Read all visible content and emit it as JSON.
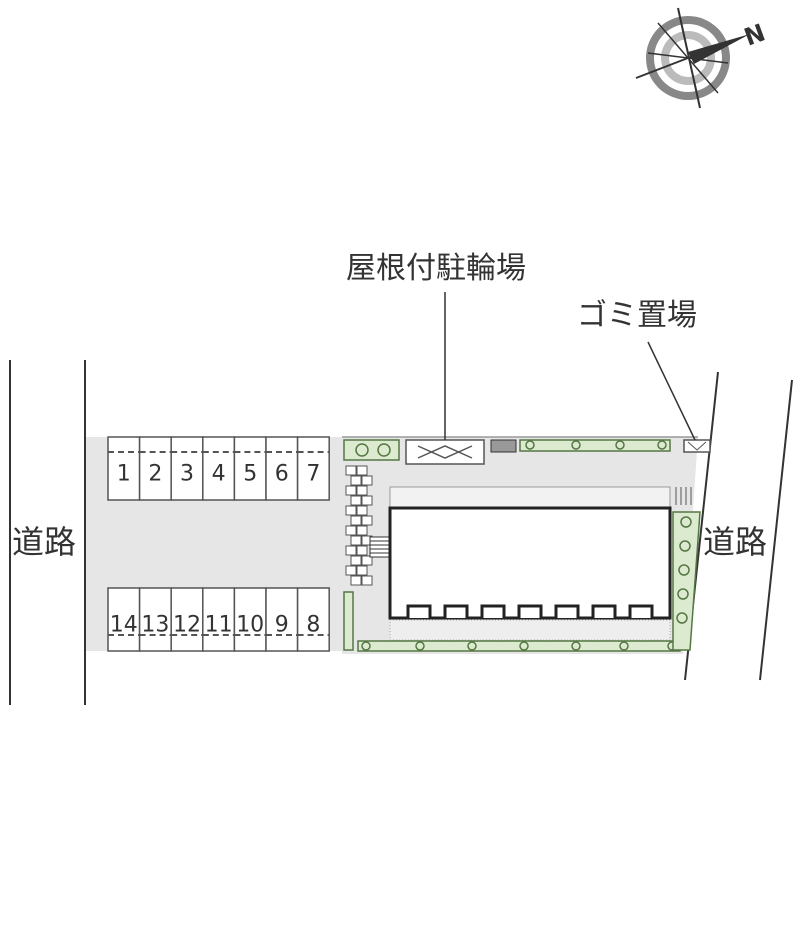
{
  "labels": {
    "bicycle_parking": "屋根付駐輪場",
    "garbage": "ゴミ置場",
    "road_left": "道路",
    "road_right": "道路",
    "north": "N"
  },
  "parking": {
    "top_row": [
      "1",
      "2",
      "3",
      "4",
      "5",
      "6",
      "7"
    ],
    "bottom_row": [
      "14",
      "13",
      "12",
      "11",
      "10",
      "9",
      "8"
    ]
  },
  "icons": {
    "compass": "compass-icon",
    "tree": "tree-icon"
  },
  "colors": {
    "line": "#333333",
    "paving": "#e6e6e6",
    "greenery": "#dcebd0",
    "greenery_stroke": "#557744",
    "tile": "#cccccc"
  }
}
